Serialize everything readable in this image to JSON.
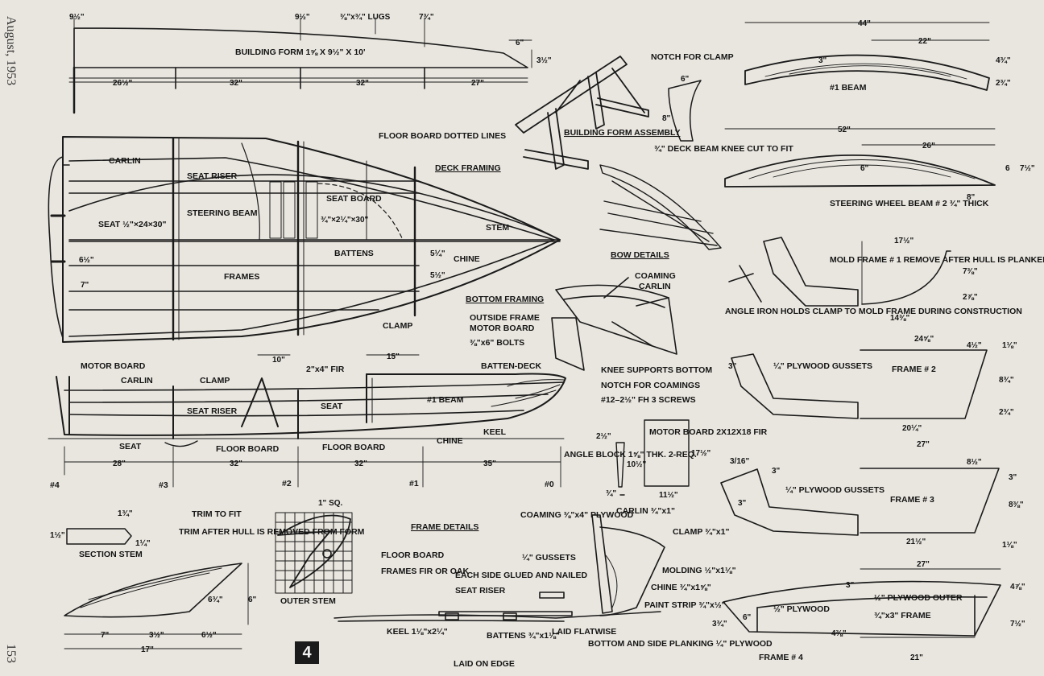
{
  "margin": {
    "date": "August, 1953",
    "page": "153",
    "figure_number": "4"
  },
  "titles": {
    "building_form": "BUILDING FORM 1⅝ X 9½\" X 10'",
    "deck_framing": "DECK FRAMING",
    "bottom_framing": "BOTTOM FRAMING",
    "building_form_assembly": "BUILDING FORM ASSEMBLY",
    "bow_details": "BOW DETAILS",
    "frame_details": "FRAME DETAILS"
  },
  "building_form": {
    "top_marks": [
      "9½\"",
      "9½\"",
      "⅜\"x¾\" LUGS",
      "7¾\""
    ],
    "dims": [
      "26½\"",
      "32\"",
      "32\"",
      "27\""
    ],
    "end_dims": [
      "6\"",
      "3½\""
    ]
  },
  "deck_plan": {
    "labels": [
      "CARLIN",
      "SEAT RISER",
      "SEAT ½\"×24×30\"",
      "STEERING BEAM",
      "SEAT BOARD",
      "¾\"×2¼\"×30\"",
      "FLOOR BOARD DOTTED LINES",
      "STEM",
      "BATTENS",
      "CHINE",
      "FRAMES",
      "CLAMP",
      "6½\"",
      "7\"",
      "5¼\"",
      "5½\""
    ]
  },
  "profile": {
    "labels": [
      "MOTOR BOARD",
      "CARLIN",
      "CLAMP",
      "2\"x4\" FIR",
      "BATTEN-DECK",
      "#1 BEAM",
      "SEAT RISER",
      "SEAT",
      "SEAT",
      "FLOOR BOARD",
      "FLOOR BOARD",
      "CHINE",
      "KEEL"
    ],
    "spacing_dims": [
      "10\"",
      "15\""
    ],
    "station_dims": [
      "28\"",
      "32\"",
      "32\"",
      "35\""
    ],
    "stations": [
      "#4",
      "#3",
      "#2",
      "#1",
      "#0"
    ]
  },
  "bow": {
    "labels": [
      "NOTCH FOR CLAMP",
      "6\"",
      "8\"",
      "¾\" DECK BEAM KNEE CUT TO FIT",
      "COAMING",
      "CARLIN",
      "OUTSIDE FRAME",
      "MOTOR BOARD",
      "⅜\"x6\" BOLTS",
      "KNEE SUPPORTS BOTTOM",
      "NOTCH FOR COAMINGS",
      "#12–2½\" FH 3 SCREWS"
    ]
  },
  "angle_block": {
    "labels": [
      "ANGLE BLOCK 1⅝\" THK. 2-REQ.",
      "2½\"",
      "10½\"",
      "¾\"",
      "MOTOR BOARD 2X12X18 FIR",
      "17½\"",
      "11½\""
    ]
  },
  "stem_section": {
    "labels": [
      "SECTION STEM",
      "1¾\"",
      "1½\"",
      "1¼\"",
      "TRIM TO FIT",
      "TRIM AFTER HULL IS REMOVED FROM FORM",
      "1\" SQ.",
      "OUTER STEM",
      "6¾\"",
      "6\"",
      "7\"",
      "3½\"",
      "6½\"",
      "17\""
    ]
  },
  "frame_details": {
    "labels": [
      "COAMING ⅜\"x4\" PLYWOOD",
      "CARLIN ¾\"x1\"",
      "CLAMP ¾\"x1\"",
      "¼\" GUSSETS",
      "EACH SIDE GLUED AND NAILED",
      "FLOOR BOARD",
      "FRAMES FIR OR OAK",
      "SEAT RISER",
      "MOLDING ½\"x1⅛\"",
      "CHINE ¾\"x1⅝\"",
      "PAINT STRIP ¾\"x½\"",
      "KEEL 1⅛\"x2¼\"",
      "BATTENS ¾\"x1⅛\"",
      "LAID FLATWISE",
      "BOTTOM AND SIDE PLANKING ¼\" PLYWOOD",
      "LAID ON EDGE"
    ]
  },
  "beams": {
    "beam1": {
      "name": "#1 BEAM",
      "dims": [
        "44\"",
        "22\"",
        "3\"",
        "4¾\"",
        "2¾\""
      ]
    },
    "beam2": {
      "name": "STEERING WHEEL BEAM # 2  ¾\" THICK",
      "dims": [
        "52\"",
        "26\"",
        "6\"",
        "6",
        "7½\"",
        "8\""
      ]
    }
  },
  "frames": {
    "mold1": {
      "text": "MOLD FRAME # 1 REMOVE AFTER HULL IS PLANKED",
      "dims": [
        "17½\"",
        "7⅜\"",
        "2⅞\"",
        "14⅜\""
      ]
    },
    "angle_iron": "ANGLE IRON HOLDS CLAMP TO MOLD FRAME DURING CONSTRUCTION",
    "frame2": {
      "name": "FRAME # 2",
      "gusset": "¼\" PLYWOOD GUSSETS",
      "dims": [
        "24⅝\"",
        "4½\"",
        "1⅛\"",
        "3\"",
        "8¾\"",
        "2¾\"",
        "20¼\""
      ]
    },
    "frame3": {
      "name": "FRAME # 3",
      "gusset": "¼\" PLYWOOD GUSSETS",
      "dims": [
        "27\"",
        "8½\"",
        "3\"",
        "8⅜\"",
        "3\"",
        "3/16\"",
        "3\"",
        "21½\"",
        "1⅛\""
      ]
    },
    "frame4": {
      "name": "FRAME # 4",
      "labels": [
        "½\" PLYWOOD",
        "½\" PLYWOOD OUTER",
        "¾\"x3\" FRAME"
      ],
      "dims": [
        "27\"",
        "3\"",
        "6\"",
        "4⅜\"",
        "4⅞\"",
        "7½\"",
        "3¾\"",
        "21\""
      ]
    }
  }
}
